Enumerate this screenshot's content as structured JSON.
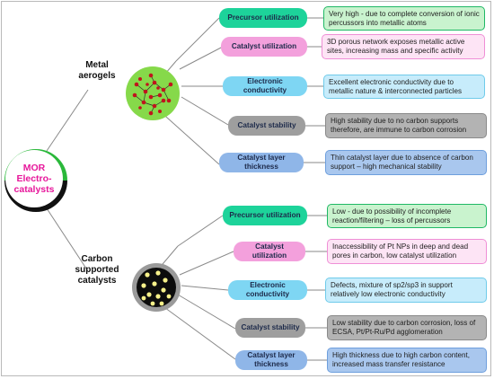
{
  "center": {
    "label": "MOR Electro-catalysts",
    "color": "#e7179b"
  },
  "branches": [
    {
      "label": "Metal aerogels",
      "hub": "porous metal network",
      "rows": [
        {
          "pill": "Precursor utilization",
          "pill_color": "#1dd39a",
          "desc": "Very high - due to complete conversion of ionic percussors into metallic atoms",
          "desc_color": "#c9f3ce",
          "desc_border": "#1fb865"
        },
        {
          "pill": "Catalyst utilization",
          "pill_color": "#f3a0dc",
          "desc": "3D porous network exposes metallic active sites, increasing mass and specific activity",
          "desc_color": "#fde4f5",
          "desc_border": "#ef8fd6"
        },
        {
          "pill": "Electronic conductivity",
          "pill_color": "#7ed6f3",
          "desc": "Excellent electronic conductivity due to metallic nature & interconnected particles",
          "desc_color": "#c7ecfb",
          "desc_border": "#6fcbea"
        },
        {
          "pill": "Catalyst stability",
          "pill_color": "#9e9e9e",
          "desc": "High stability due to no carbon supports therefore, are immune to carbon corrosion",
          "desc_color": "#b3b3b3",
          "desc_border": "#8a8a8a"
        },
        {
          "pill": "Catalyst layer thickness",
          "pill_color": "#8fb6e8",
          "desc": "Thin catalyst layer due to absence of carbon support – high mechanical stability",
          "desc_color": "#a9c7ee",
          "desc_border": "#6e9fdd"
        }
      ]
    },
    {
      "label": "Carbon supported catalysts",
      "hub": "carbon with Pt nanoparticles",
      "rows": [
        {
          "pill": "Precursor utilization",
          "pill_color": "#1dd39a",
          "desc": "Low - due to possibility of incomplete reaction/filtering – loss of percussors",
          "desc_color": "#c9f3ce",
          "desc_border": "#1fb865"
        },
        {
          "pill": "Catalyst utilization",
          "pill_color": "#f3a0dc",
          "desc": "Inaccessibility of Pt NPs in deep and dead pores in carbon, low catalyst utilization",
          "desc_color": "#fde4f5",
          "desc_border": "#ef8fd6"
        },
        {
          "pill": "Electronic conductivity",
          "pill_color": "#7ed6f3",
          "desc": "Defects, mixture of sp2/sp3 in support relatively low electronic conductivity",
          "desc_color": "#c7ecfb",
          "desc_border": "#6fcbea"
        },
        {
          "pill": "Catalyst stability",
          "pill_color": "#9e9e9e",
          "desc": "Low stability due to carbon corrosion, loss of  ECSA, Pt/Pt-Ru/Pd agglomeration",
          "desc_color": "#b3b3b3",
          "desc_border": "#8a8a8a"
        },
        {
          "pill": "Catalyst layer thickness",
          "pill_color": "#8fb6e8",
          "desc": "High thickness due to high carbon content, increased mass transfer resistance",
          "desc_color": "#a9c7ee",
          "desc_border": "#6e9fdd"
        }
      ]
    }
  ]
}
